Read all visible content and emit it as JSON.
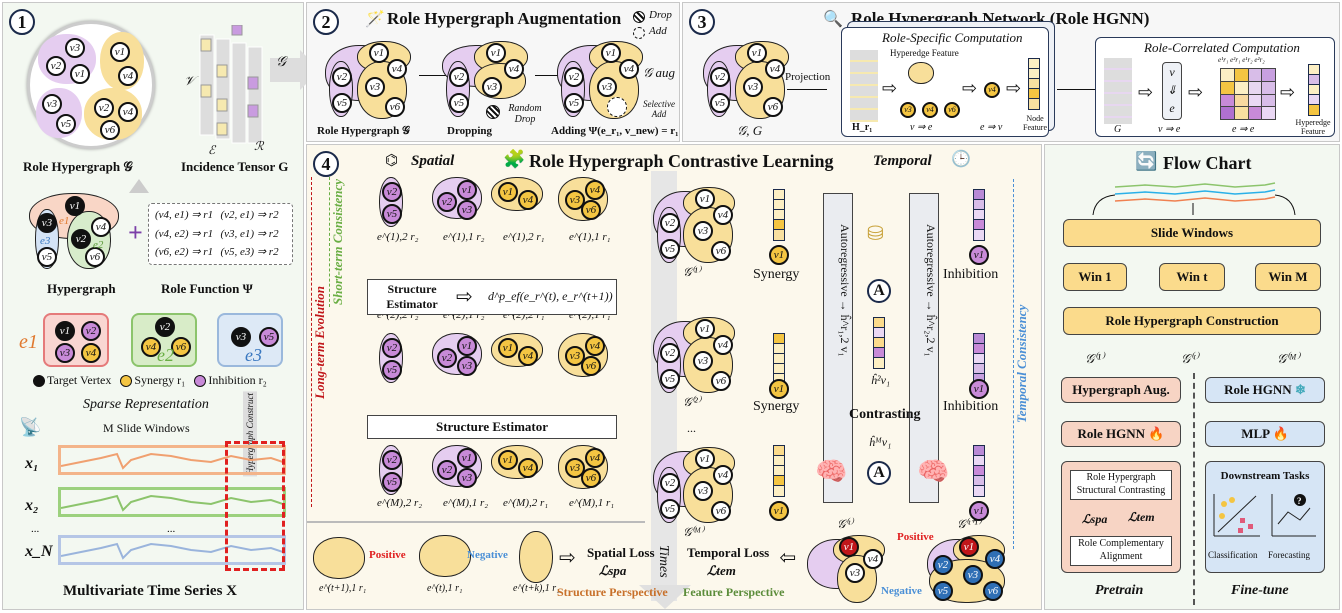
{
  "panel1": {
    "step": "1",
    "role_hypergraph_label": "Role Hypergraph 𝒢",
    "incidence_tensor_label": "Incidence Tensor G",
    "tensor_axes": {
      "v": "𝒱",
      "e": "ℰ",
      "r": "ℛ"
    },
    "arrow_label": "𝒢",
    "circle_nodes": [
      "v3",
      "v2",
      "v1",
      "v1",
      "v4",
      "v3",
      "v5",
      "v2",
      "v4",
      "v6"
    ],
    "hypergraph_label": "Hypergraph",
    "hyperedges": [
      "e1",
      "e2",
      "e3"
    ],
    "hypergraph_nodes": [
      "v1",
      "v3",
      "v2",
      "v4",
      "v5",
      "v6"
    ],
    "role_function_label": "Role Function Ψ",
    "role_rules": [
      "(v4, e1) ⇒ r1",
      "(v2, e1) ⇒ r2",
      "(v4, e2) ⇒ r1",
      "(v3, e1) ⇒ r2",
      "(v6, e2) ⇒ r1",
      "(v5, e3) ⇒ r2"
    ],
    "edge_boxes": [
      {
        "label": "e1",
        "nodes": [
          {
            "v": "v1",
            "role": "target"
          },
          {
            "v": "v2",
            "role": "inhibition"
          },
          {
            "v": "v3",
            "role": "inhibition"
          },
          {
            "v": "v4",
            "role": "synergy"
          }
        ]
      },
      {
        "label": "e2",
        "nodes": [
          {
            "v": "v2",
            "role": "target"
          },
          {
            "v": "v4",
            "role": "synergy"
          },
          {
            "v": "v6",
            "role": "synergy"
          }
        ]
      },
      {
        "label": "e3",
        "nodes": [
          {
            "v": "v3",
            "role": "target"
          },
          {
            "v": "v5",
            "role": "inhibition"
          }
        ]
      }
    ],
    "legend": {
      "target": "Target Vertex",
      "synergy": "Synergy r₁",
      "inhibition": "Inhibition r₂"
    },
    "sparse_rep": "Sparse Representation",
    "slide_windows": "M Slide Windows",
    "hypergraph_construct": "Hypergraph Construct",
    "series_labels": [
      "x₁",
      "x₂",
      "...",
      "x_N"
    ],
    "ellipsis": "...",
    "mts_label": "Multivariate Time Series X"
  },
  "panel2": {
    "step": "2",
    "title": "Role Hypergraph Augmentation",
    "legend_drop": "Drop",
    "legend_add": "Add",
    "stages": [
      "Role Hypergraph 𝒢",
      "Dropping",
      "Adding  Ψ(e_r₁, v_new) = r₁"
    ],
    "random_drop": "Random Drop",
    "selective_add": "Selective Add",
    "output_label": "𝒢 aug"
  },
  "panel3": {
    "step": "3",
    "title": "Role Hypergraph Network (Role HGNN)",
    "input_label": "𝒢, G",
    "projection": "Projection",
    "role_specific": {
      "title": "Role-Specific Computation",
      "hyperedge_feature": "Hyperedge Feature",
      "matrix_label": "H_r₁",
      "v2e": "v ⇒ e",
      "e2v": "e ⇒ v",
      "node_feature": "Node Feature"
    },
    "role_correlated": {
      "title": "Role-Correlated Computation",
      "tensor_label": "G",
      "v2e": "v ⇒ e",
      "e2e": "e ⇒ e",
      "matrix_headers": [
        "e¹r₁",
        "e²r₁",
        "e¹r₂",
        "e²r₂"
      ],
      "hyperedge_feature": "Hyperedge Feature"
    }
  },
  "panel4": {
    "step": "4",
    "spatial": "Spatial",
    "title": "Role Hypergraph Contrastive Learning",
    "temporal": "Temporal",
    "long_term": "Long-term Evolution",
    "short_term": "Short-term Consistency",
    "temporal_consistency": "Temporal Consistency",
    "row1_labels": [
      "e^(1),2 r₂",
      "e^(1),1 r₂",
      "e^(1),2 r₁",
      "e^(1),1 r₁"
    ],
    "row2_labels": [
      "e^(2),2 r₂",
      "e^(2),1 r₂",
      "e^(2),2 r₁",
      "e^(2),1 r₁"
    ],
    "rowM_labels": [
      "e^(M),2 r₂",
      "e^(M),1 r₂",
      "e^(M),2 r₁",
      "e^(M),1 r₁"
    ],
    "structure_estimator": "Structure Estimator",
    "distance_formula": "d^p_ef(e_r^(t), e_r^(t+1))",
    "graph_labels": [
      "𝒢⁽¹⁾",
      "𝒢⁽²⁾",
      "...",
      "𝒢⁽ᴹ⁾"
    ],
    "synergy": "Synergy",
    "inhibition": "Inhibition",
    "autoregressive_left": "Autoregressive → ĥ^r₁,2 v₁",
    "autoregressive_right": "Autoregressive → ĥ^r₂,2 v₁",
    "h_hat_2": "ĥ²v₁",
    "h_hat_M": "ĥᴹv₁",
    "contrasting": "Contrasting",
    "aggregator": "A",
    "times": "Times",
    "positive": "Positive",
    "negative": "Negative",
    "spatial_samples": [
      "e^(t+1),1 r₁",
      "e^(t),1 r₁",
      "e^(t+k),1 r₁"
    ],
    "spatial_loss": "Spatial Loss",
    "spatial_loss_sym": "ℒspa",
    "structure_perspective": "Structure Perspective",
    "temporal_loss": "Temporal Loss",
    "temporal_loss_sym": "ℒtem",
    "feature_perspective": "Feature Perspective",
    "gt_label": "𝒢⁽ᵗ⁾",
    "gt1_label": "𝒢⁽ᵗ⁺¹⁾"
  },
  "panel5": {
    "title": "Flow Chart",
    "slide_windows": "Slide Windows",
    "windows": [
      "Win 1",
      "Win t",
      "Win M"
    ],
    "construction": "Role Hypergraph Construction",
    "outputs": [
      "𝒢⁽¹⁾",
      "𝒢⁽ᵗ⁾",
      "𝒢⁽ᴹ⁾"
    ],
    "pretrain": {
      "aug": "Hypergraph Aug.",
      "hgnn": "Role HGNN",
      "contrasting": "Role Hypergraph Structural Contrasting",
      "lspa": "ℒspa",
      "ltem": "ℒtem",
      "alignment": "Role Complementary Alignment",
      "label": "Pretrain"
    },
    "finetune": {
      "hgnn": "Role HGNN",
      "mlp": "MLP",
      "downstream": "Downstream Tasks",
      "classification": "Classification",
      "forecasting": "Forecasting",
      "label": "Fine-tune"
    }
  },
  "colors": {
    "synergy": "#f4c542",
    "inhibition": "#c88ad8",
    "positive": "#e02020",
    "negative": "#4a8fd6",
    "structure_perspective": "#c8702a",
    "feature_perspective": "#5b8c3a",
    "long_term": "#c0161a",
    "short_term": "#6aae44"
  }
}
